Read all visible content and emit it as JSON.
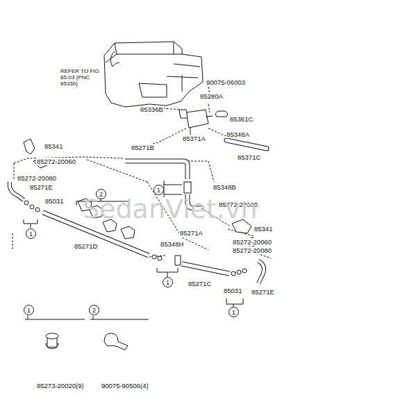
{
  "diagram": {
    "nodes": [
      {
        "text": [
          "1"
        ]
      },
      {
        "text": [
          "2"
        ]
      },
      {
        "text": [
          "1"
        ]
      },
      {
        "text": [
          "1"
        ]
      },
      {
        "text": [
          "1"
        ]
      },
      {
        "text": [
          "2"
        ]
      },
      {
        "text": [
          "1"
        ]
      }
    ],
    "labels": [
      "REFER TO FIG 85-03 (PNC 85330)",
      "90075-06003",
      "85280A",
      "85336B",
      "85361C",
      "85348A",
      "85371A",
      "85371C",
      "85341",
      "85271B",
      "85272-20060",
      "85272-20080",
      "85271E",
      "85348B",
      "85031",
      "85272-20080",
      "85271A",
      "85341",
      "85271D",
      "85348H",
      "85272-20060",
      "85272-20080",
      "85271C",
      "85031",
      "85271E",
      "85273-20020(9)",
      "90075-90506(4)",
      "SedanViet.vn"
    ]
  }
}
